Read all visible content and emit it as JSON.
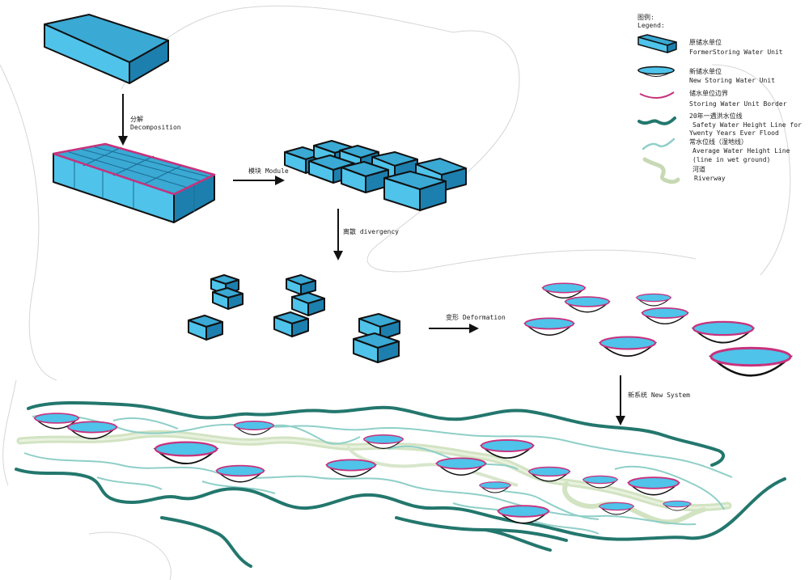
{
  "colors": {
    "water": "#4fc3ea",
    "water_top": "#3aa9d4",
    "water_dark": "#1d7fae",
    "border_pink": "#c8327c",
    "dark_green": "#23776d",
    "light_teal": "#8fcfc8",
    "riverway": "#c7d9b4",
    "outline": "#111111"
  },
  "steps": {
    "decomposition": "分解\nDecomposition",
    "module": "模块 Module",
    "divergency": "离散 divergency",
    "deformation": "变形 Deformation",
    "new_system": "新系统 New System"
  },
  "legend": {
    "title": "图例:",
    "title_en": "Legend:",
    "items": [
      {
        "icon": "box-icon",
        "zh": "原储水单位",
        "en": "FormerStoring Water Unit"
      },
      {
        "icon": "bowl-icon",
        "zh": "新储水单位",
        "en": "New Storing Water Unit"
      },
      {
        "icon": "border-line-icon",
        "zh": "储水单位边界",
        "en": "Storing Water Unit Border"
      },
      {
        "icon": "safety-line-icon",
        "zh": "20年一遇洪水位线",
        "en": "Safety Water Height Line for",
        "en2": "Ywenty Years Ever Flood"
      },
      {
        "icon": "average-line-icon",
        "zh": "常水位线（湿地线）",
        "en": "Average Water Height Line",
        "en2": "(line in wet ground)"
      },
      {
        "icon": "riverway-icon",
        "zh": "河道",
        "en": "Riverway"
      }
    ]
  }
}
